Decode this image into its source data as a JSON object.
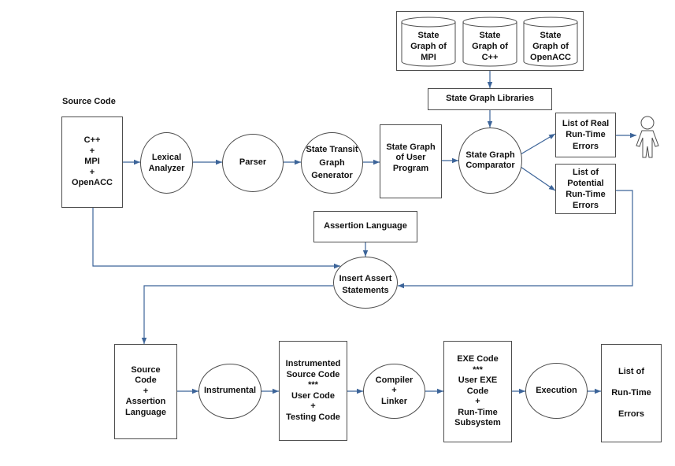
{
  "state_graph_libraries": {
    "mpi": [
      "State",
      "Graph of",
      "MPI"
    ],
    "cpp": [
      "State",
      "Graph of",
      "C++"
    ],
    "openacc": [
      "State",
      "Graph of",
      "OpenACC"
    ],
    "label": "State Graph Libraries"
  },
  "source_code_label": "Source Code",
  "nodes": {
    "source": [
      "C++",
      "+",
      "MPI",
      "+",
      "OpenACC"
    ],
    "lexical": [
      "Lexical",
      "Analyzer"
    ],
    "parser": [
      "Parser"
    ],
    "generator": [
      "State Transit",
      "Graph",
      "Generator"
    ],
    "user_graph": [
      "State Graph",
      "of User",
      "Program"
    ],
    "comparator": [
      "State Graph",
      "Comparator"
    ],
    "real_errors": [
      "List of Real",
      "Run-Time",
      "Errors"
    ],
    "potential_errors": [
      "List of",
      "Potential",
      "Run-Time",
      "Errors"
    ],
    "assertion_language": [
      "Assertion Language"
    ],
    "insert_assert": [
      "Insert Assert",
      "Statements"
    ],
    "source_assertion": [
      "Source",
      "Code",
      "+",
      "Assertion",
      "Language"
    ],
    "instrumental": [
      "Instrumental"
    ],
    "instrumented": [
      "Instrumented",
      "Source Code",
      "***",
      "User Code",
      "+",
      "Testing Code"
    ],
    "compiler": [
      "Compiler",
      "+",
      "Linker"
    ],
    "exe": [
      "EXE Code",
      "***",
      "User EXE",
      "Code",
      "+",
      "Run-Time",
      "Subsystem"
    ],
    "execution": [
      "Execution"
    ],
    "runtime_errors": [
      "List of",
      "Run-Time",
      "Errors"
    ]
  },
  "icons": {
    "user": "person-icon",
    "connector_arrow": "arrow-head-icon",
    "library_store": "database-cylinder-icon"
  },
  "colors": {
    "outline": "#4d4d4d",
    "connector": "#3c6499",
    "text": "#111111"
  }
}
